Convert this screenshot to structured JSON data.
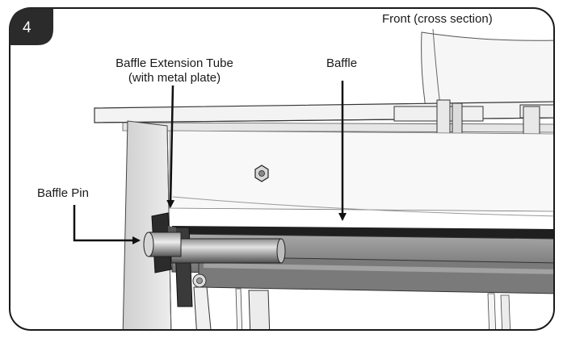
{
  "step": {
    "number": "4"
  },
  "header": {
    "view_label": "Front (cross section)"
  },
  "labels": {
    "extension_tube_line1": "Baffle Extension Tube",
    "extension_tube_line2": "(with metal plate)",
    "baffle": "Baffle",
    "baffle_pin": "Baffle Pin"
  }
}
